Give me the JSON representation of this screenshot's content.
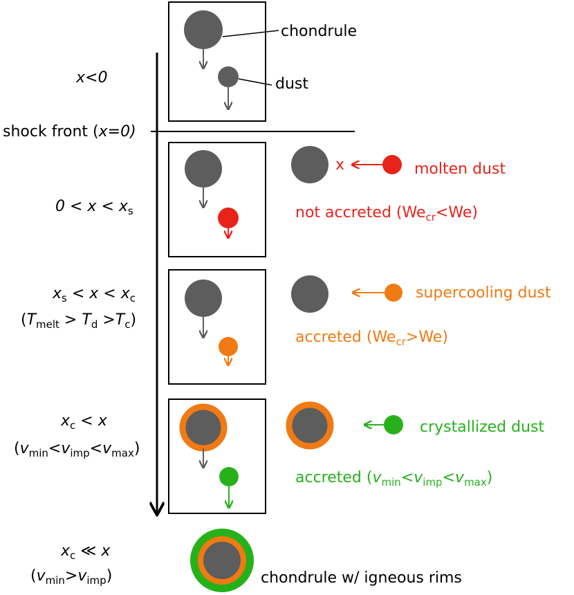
{
  "colors": {
    "gray": "#5d5d5d",
    "red": "#e8231a",
    "orange": "#f07a13",
    "green": "#26b11b",
    "black": "#000000"
  },
  "stages": {
    "pre": {
      "x": "x",
      "lt": "<",
      "zero": "0"
    },
    "shock": {
      "label": "shock front (",
      "x": "x",
      "eq": "=0)"
    },
    "s1": {
      "zero": "0 < ",
      "x": "x",
      "lt": " < ",
      "xs": "x",
      "sub_s": "s"
    },
    "s2": {
      "xs": "x",
      "sub_s": "s",
      "lt1": " < ",
      "x": "x",
      "lt2": " < ",
      "xc": "x",
      "sub_c": "c",
      "open": "(",
      "T1": "T",
      "melt": "melt",
      "gt1": " > ",
      "T2": "T",
      "d": "d",
      "gt2": " >",
      "T3": "T",
      "c": "c",
      "close": ")"
    },
    "s3": {
      "xc": "x",
      "sub_c": "c",
      "lt": " < ",
      "x": "x",
      "open": "(",
      "v1": "v",
      "min": "min",
      "lt1": "<",
      "v2": "v",
      "imp": "imp",
      "lt2": "<",
      "v3": "v",
      "max": "max",
      "close": ")"
    },
    "s4": {
      "xc": "x",
      "sub_c": "c",
      "ll": " ≪ ",
      "x": "x",
      "open": "(",
      "v1": "v",
      "min": "min",
      "gt": ">",
      "v2": "v",
      "imp": "imp",
      "close": ")"
    }
  },
  "labels": {
    "chondrule": "chondrule",
    "dust": "dust",
    "molten_dust": "molten dust",
    "not_accreted": "not accreted (We",
    "not_accreted_sub": "cr",
    "not_accreted_end": "<We)",
    "x_mark": "x",
    "supercooling_dust": "supercooling dust",
    "accreted1": "accreted (We",
    "accreted1_sub": "cr",
    "accreted1_end": ">We)",
    "crystallized_dust": "crystallized dust",
    "accreted2_open": "accreted (",
    "accreted2_v1": "v",
    "accreted2_min": "min",
    "accreted2_lt1": "<",
    "accreted2_v2": "v",
    "accreted2_imp": "imp",
    "accreted2_lt2": "<",
    "accreted2_v3": "v",
    "accreted2_max": "max",
    "accreted2_close": ")",
    "rims": "chondrule w/ igneous rims"
  }
}
